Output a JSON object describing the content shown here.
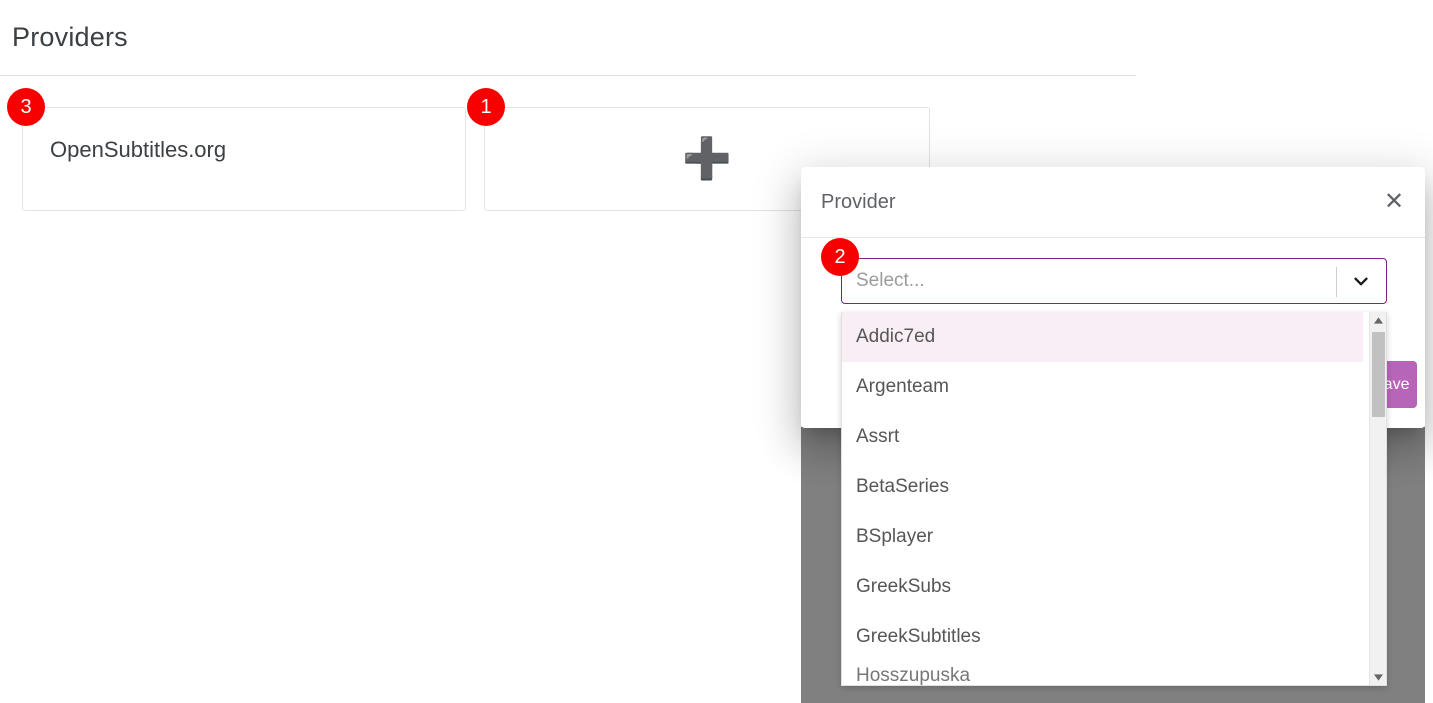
{
  "page": {
    "title": "Providers"
  },
  "provider_cards": [
    {
      "label": "OpenSubtitles.org",
      "icon": ""
    },
    {
      "label": "",
      "icon": "plus-icon"
    }
  ],
  "step_badges": [
    {
      "number": "1"
    },
    {
      "number": "2"
    },
    {
      "number": "3"
    }
  ],
  "dialog": {
    "title": "Provider",
    "close_icon": "close-icon",
    "select": {
      "placeholder": "Select...",
      "value": "",
      "arrow_icon": "chevron-down-icon"
    },
    "save_label": "Save",
    "options": [
      "Addic7ed",
      "Argenteam",
      "Assrt",
      "BetaSeries",
      "BSplayer",
      "GreekSubs",
      "GreekSubtitles"
    ],
    "partial_option": "Hosszupuska",
    "highlighted_option": "Addic7ed",
    "scrollbar": {
      "up_arrow": "scroll-up-icon",
      "down_arrow": "scroll-down-icon"
    }
  },
  "colors": {
    "badge_red": "#f90000",
    "accent_purple": "#7b2382",
    "button_purple": "#b765b8",
    "highlight_pink": "#f9eef6",
    "backdrop_gray": "#808080"
  }
}
